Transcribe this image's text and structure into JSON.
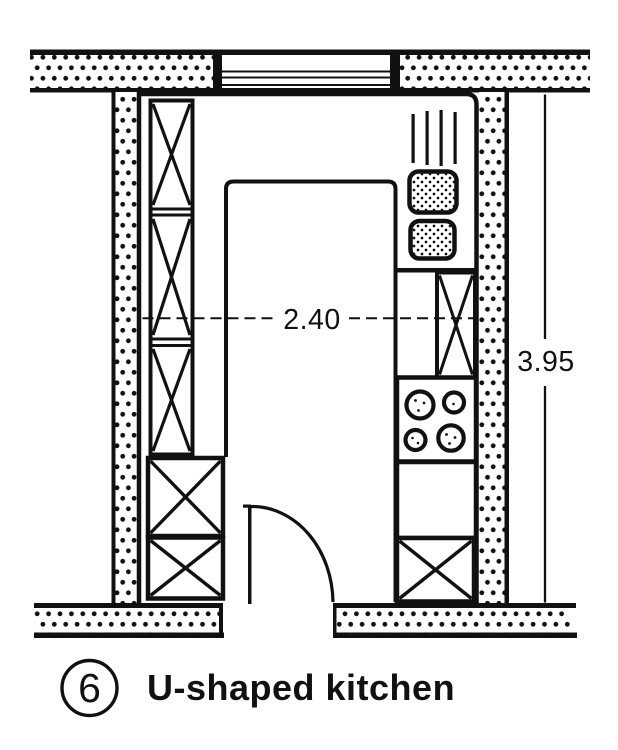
{
  "figure": {
    "number": "6",
    "caption": "U-shaped kitchen"
  },
  "dimensions": {
    "interior_width": "2.40",
    "interior_depth": "3.95"
  },
  "symbols": {
    "walls": "stippled-masonry-wall",
    "window": "window-double-line",
    "tall_cabinets": "x-crossed-cabinet-boxes",
    "sink": "stippled-rounded-basins",
    "cooktop": "four-burner-circles",
    "vent": "grill-strokes",
    "door": "door-swing-arc"
  },
  "colors": {
    "ink": "#111111",
    "paper": "#ffffff"
  }
}
